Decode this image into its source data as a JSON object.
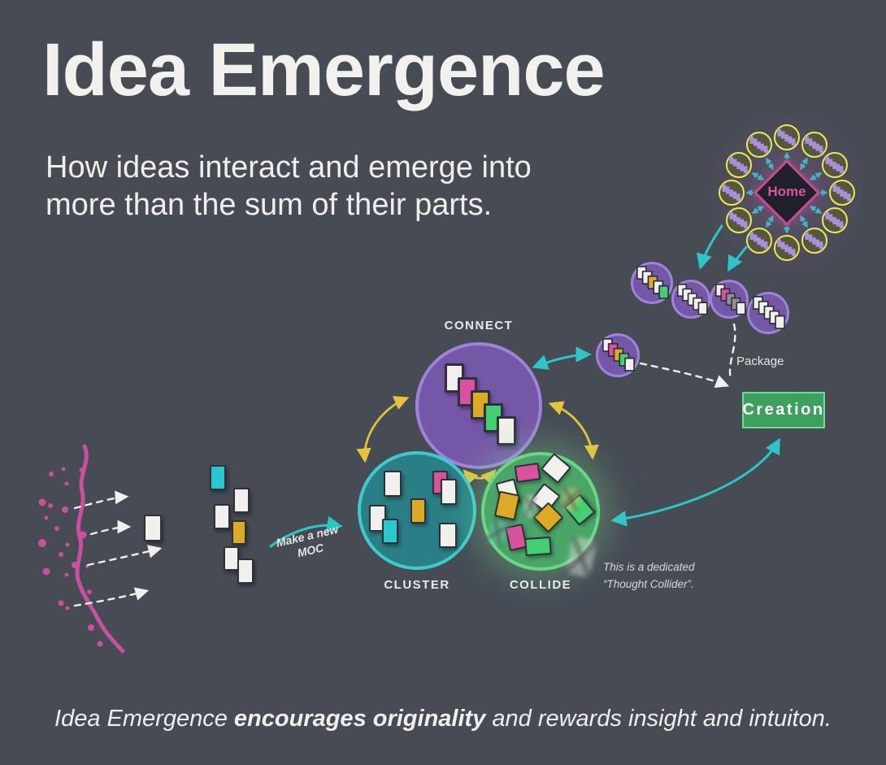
{
  "header": {
    "title": "Idea Emergence",
    "subtitle": "How ideas interact and emerge into\nmore than the sum of their parts."
  },
  "stages": {
    "connect": "CONNECT",
    "cluster": "CLUSTER",
    "collide": "COLLIDE"
  },
  "home": {
    "label": "Home"
  },
  "creation": {
    "label": "Creation"
  },
  "annotations": {
    "moc": "Make a new\nMOC",
    "package": "Package",
    "collider_note": "This is a dedicated\n“Thought Collider”."
  },
  "footer": {
    "lead": "Idea Emergence ",
    "bold": "encourages originality",
    "rest": " and rewards insight and intuiton."
  },
  "colors": {
    "background": "#464b54",
    "magenta": "#c9509e",
    "teal_arrow": "#2cc5c8",
    "yellow_arrow": "#e3c43c",
    "purple_fill": "#7557a8",
    "purple_border": "#9d84d6",
    "cluster_fill": "#2a7f86",
    "cluster_border": "#3ecbce",
    "collide_fill": "#4ba569",
    "collide_border": "#68d884",
    "creation_fill": "#3da05f",
    "creation_border": "#6ede96",
    "home_fill": "#20202c",
    "home_border": "#c64d92",
    "satellite_ring": "#e9ec52",
    "satellite_pill": "#a98fd8",
    "note_white": "#f2f0ec",
    "note_pink": "#d9529e",
    "note_yellow": "#dcab25",
    "note_green": "#44cf72",
    "note_cyan": "#2bc7ce"
  }
}
